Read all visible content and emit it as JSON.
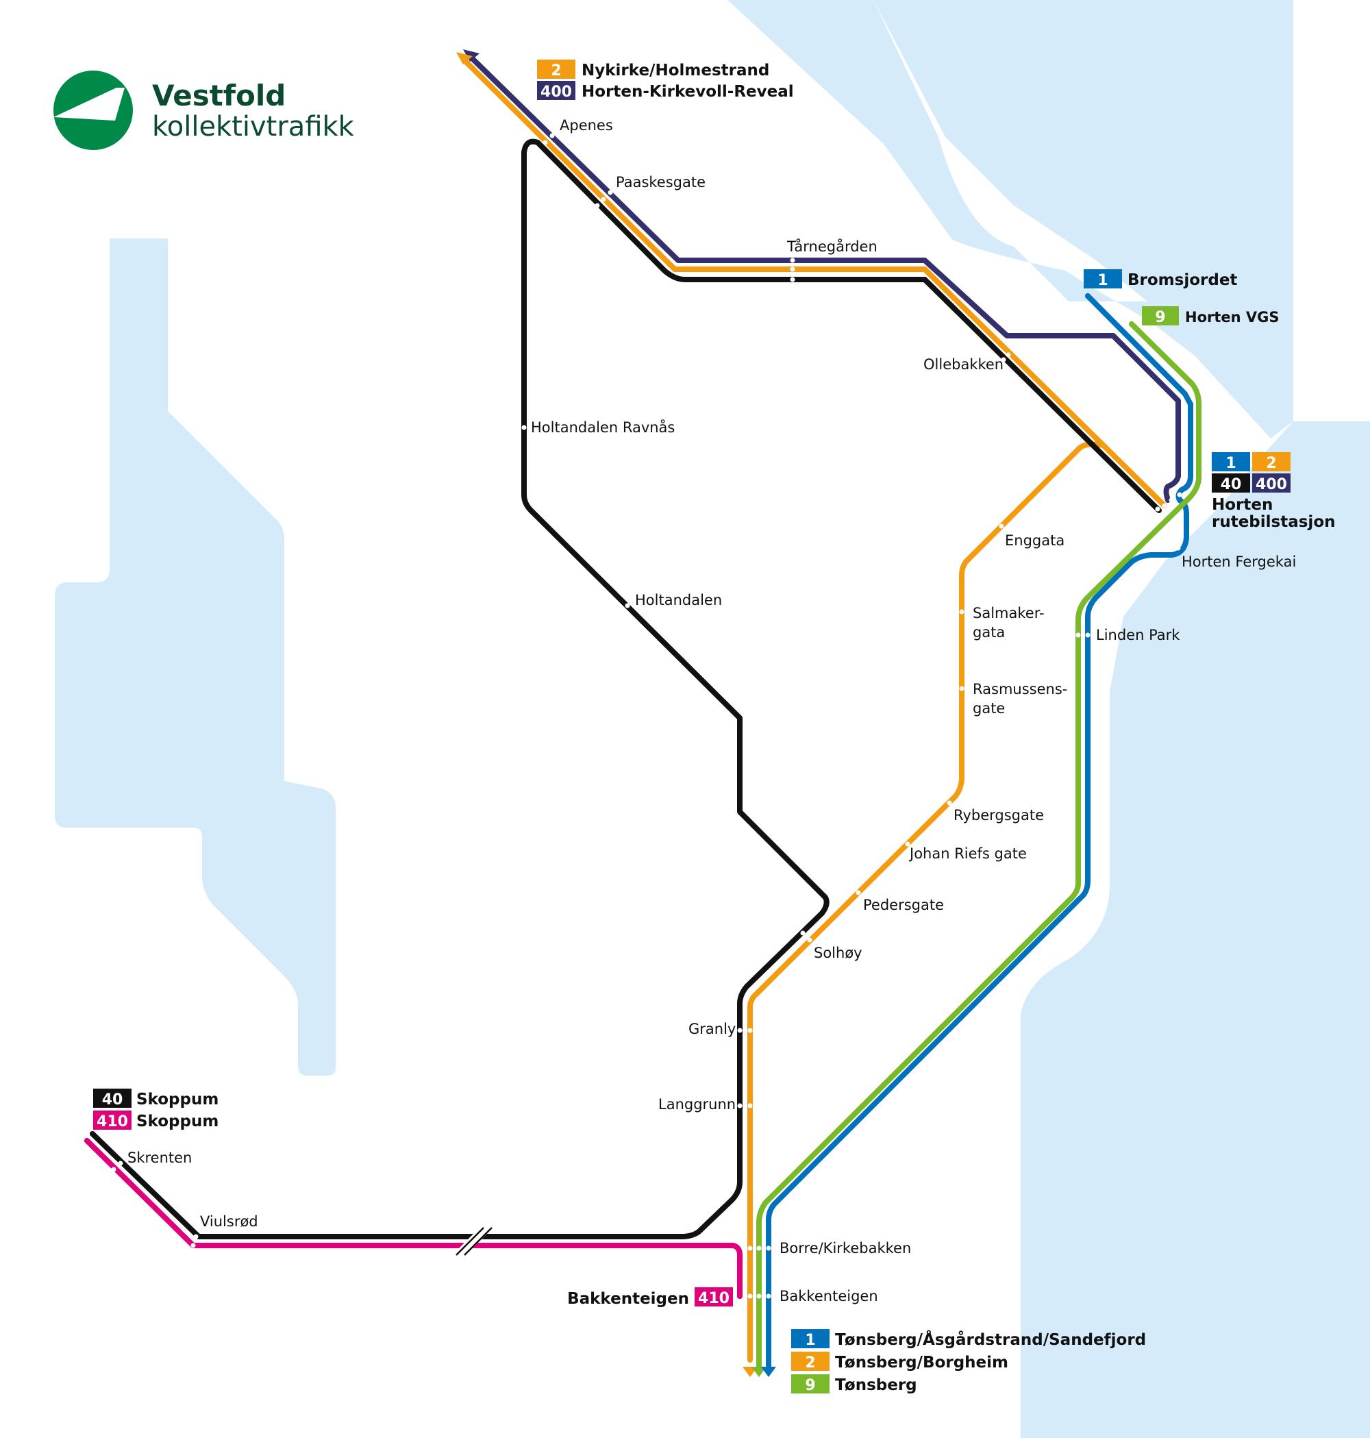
{
  "brand": {
    "name": "Vestfold",
    "subtitle": "kollektivtrafikk",
    "color": "#008a4a"
  },
  "colors": {
    "water": "#d5ebf9",
    "line_1": "#0072bc",
    "line_2": "#f39c12",
    "line_9": "#7ab929",
    "line_40": "#111111",
    "line_400": "#33306b",
    "line_410": "#e0007a"
  },
  "terminals": {
    "north": [
      {
        "line": "2",
        "text": "Nykirke/Holmestrand"
      },
      {
        "line": "400",
        "text": "Horten-Kirkevoll-Reveal"
      }
    ],
    "bromsjordet": {
      "line": "1",
      "text": "Bromsjordet"
    },
    "horten_vgs": {
      "line": "9",
      "text": "Horten VGS"
    },
    "skoppum": [
      {
        "line": "40",
        "text": "Skoppum"
      },
      {
        "line": "410",
        "text": "Skoppum"
      }
    ],
    "south": [
      {
        "line": "1",
        "text": "Tønsberg/Åsgårdstrand/Sandefjord"
      },
      {
        "line": "2",
        "text": "Tønsberg/Borgheim"
      },
      {
        "line": "9",
        "text": "Tønsberg"
      }
    ],
    "bakkenteigen_410": {
      "line": "410",
      "text": "Bakkenteigen"
    }
  },
  "hub": {
    "lines": [
      "1",
      "2",
      "40",
      "400"
    ],
    "name_line1": "Horten",
    "name_line2": "rutebilstasjon"
  },
  "stops": {
    "apenes": "Apenes",
    "paaskesgate": "Paaskesgate",
    "tarnegarden": "Tårnegården",
    "ollebakken": "Ollebakken",
    "holtandalen_ravnas": "Holtandalen Ravnås",
    "holtandalen": "Holtandalen",
    "enggata": "Enggata",
    "salmakergata_1": "Salmaker-",
    "salmakergata_2": "gata",
    "rasmussensgate_1": "Rasmussens-",
    "rasmussensgate_2": "gate",
    "rybergsgate": "Rybergsgate",
    "johan_riefs_gate": "Johan Riefs gate",
    "pedersgate": "Pedersgate",
    "solhoy": "Solhøy",
    "granly": "Granly",
    "langgrunn": "Langgrunn",
    "horten_fergekai": "Horten Fergekai",
    "linden_park": "Linden Park",
    "skrenten": "Skrenten",
    "viulsrod": "Viulsrød",
    "borre_kirkebakken": "Borre/Kirkebakken",
    "bakkenteigen": "Bakkenteigen"
  }
}
